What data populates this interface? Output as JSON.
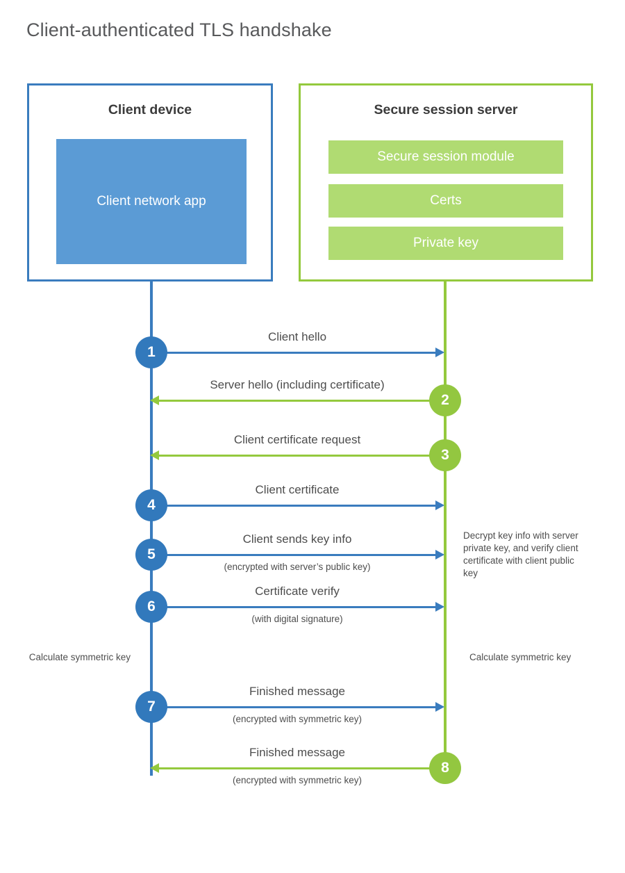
{
  "title": "Client-authenticated TLS handshake",
  "colors": {
    "client_accent": "#3a7cbe",
    "client_fill": "#5b9bd5",
    "client_circle": "#3279bc",
    "server_accent": "#94c93d",
    "server_fill": "#b0db72",
    "server_circle": "#93c740",
    "text": "#4d4d4d",
    "title_text": "#58595b",
    "background": "#ffffff"
  },
  "participants": {
    "client": {
      "title": "Client device",
      "components": [
        "Client network app"
      ]
    },
    "server": {
      "title": "Secure session server",
      "components": [
        "Secure session module",
        "Certs",
        "Private key"
      ]
    }
  },
  "messages": [
    {
      "step": "1",
      "label": "Client hello",
      "sublabel": "",
      "direction": "client-to-server",
      "circle_side": "client",
      "color": "client"
    },
    {
      "step": "2",
      "label": "Server hello (including certificate)",
      "sublabel": "",
      "direction": "server-to-client",
      "circle_side": "server",
      "color": "server"
    },
    {
      "step": "3",
      "label": "Client certificate request",
      "sublabel": "",
      "direction": "server-to-client",
      "circle_side": "server",
      "color": "server"
    },
    {
      "step": "4",
      "label": "Client certificate",
      "sublabel": "",
      "direction": "client-to-server",
      "circle_side": "client",
      "color": "client"
    },
    {
      "step": "5",
      "label": "Client sends key info",
      "sublabel": "(encrypted with server’s public key)",
      "direction": "client-to-server",
      "circle_side": "client",
      "color": "client"
    },
    {
      "step": "6",
      "label": "Certificate verify",
      "sublabel": "(with digital signature)",
      "direction": "client-to-server",
      "circle_side": "client",
      "color": "client"
    },
    {
      "step": "7",
      "label": "Finished message",
      "sublabel": "(encrypted with symmetric key)",
      "direction": "client-to-server",
      "circle_side": "client",
      "color": "client"
    },
    {
      "step": "8",
      "label": "Finished message",
      "sublabel": "(encrypted with symmetric key)",
      "direction": "server-to-client",
      "circle_side": "server",
      "color": "server"
    }
  ],
  "annotations": {
    "server_decrypt": "Decrypt key info with server private key, and verify client certificate with client public key",
    "client_calculate": "Calculate symmetric key",
    "server_calculate": "Calculate symmetric key"
  }
}
